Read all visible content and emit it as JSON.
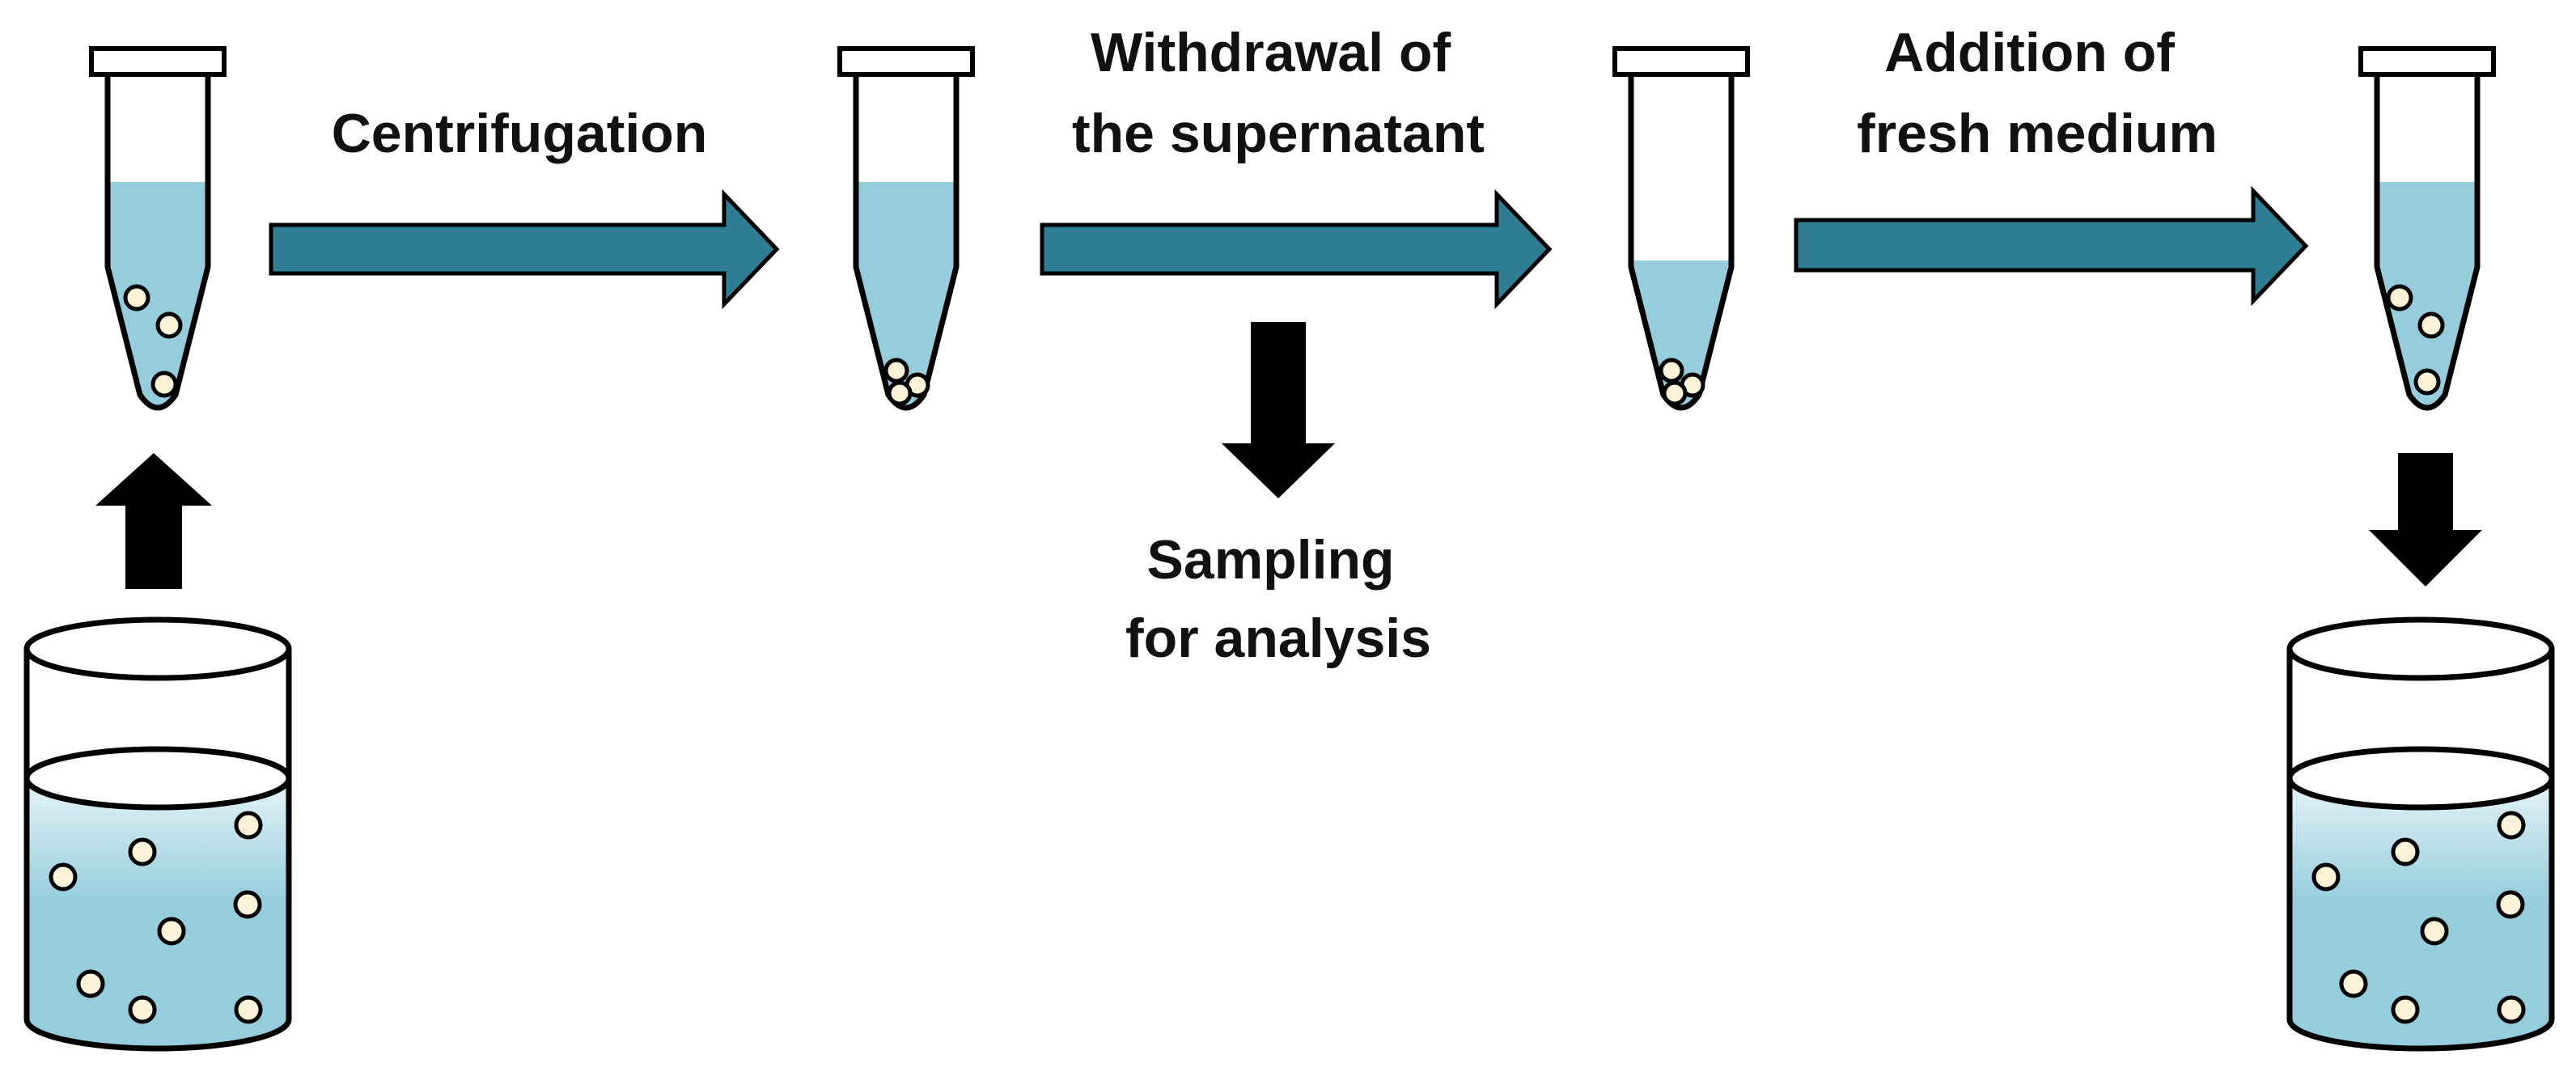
{
  "colors": {
    "liquid": "#96cddd",
    "liquid_top": "#e7f4f8",
    "process_arrow": "#2f7d92",
    "transfer_arrow": "#000000",
    "bead": "#fcf3d8",
    "outline": "#000000"
  },
  "labels": {
    "centrifugation": [
      "Centrifugation"
    ],
    "withdrawal": [
      "Withdrawal of",
      "the supernatant"
    ],
    "addition": [
      "Addition of",
      "fresh medium"
    ],
    "sampling": [
      "Sampling",
      "for analysis"
    ]
  },
  "icons": {
    "tube": "microcentrifuge-tube-icon",
    "beaker": "beaker-icon",
    "bead": "cell-bead-icon"
  }
}
